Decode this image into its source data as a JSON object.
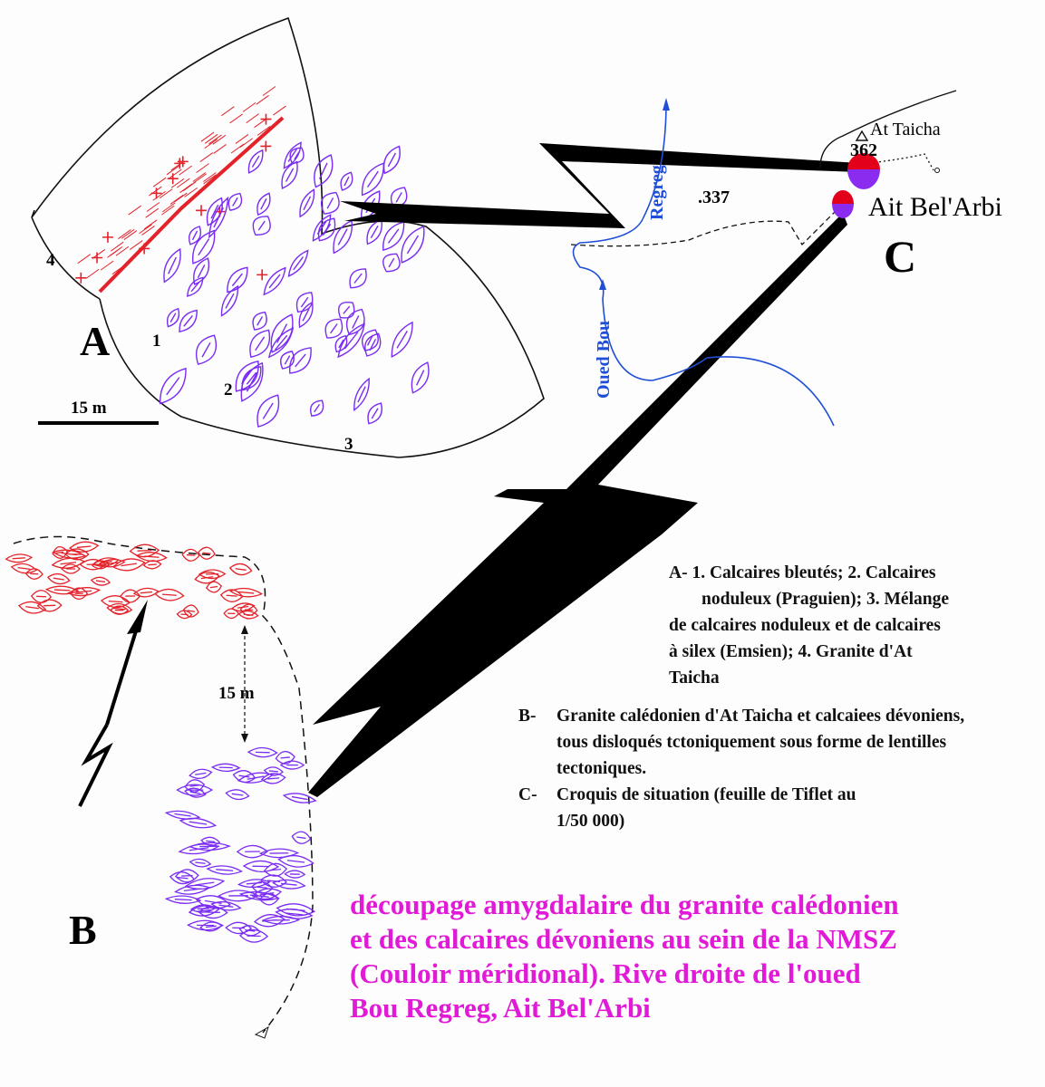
{
  "panel_a": {
    "letter": "A",
    "unit_labels": [
      "1",
      "2",
      "3",
      "4"
    ],
    "scale_label": "15 m"
  },
  "panel_b": {
    "letter": "B",
    "scale_label": "15 m"
  },
  "panel_c": {
    "letter": "C",
    "place_main": "Ait Bel'Arbi",
    "place_summit": "At Taicha",
    "elevation_summit": "362",
    "elevation_point": ".337",
    "river_label_1": "Oued  Bou",
    "river_label_2": "Regreg"
  },
  "legend": {
    "a_key": "A-",
    "a_text_1": "1. Calcaires bleutés; 2. Calcaires",
    "a_text_2": "noduleux (Praguien); 3. Mélange",
    "a_text_3": "de calcaires noduleux et de calcaires",
    "a_text_4": "à silex (Emsien); 4. Granite d'At",
    "a_text_5": "Taicha",
    "b_key": "B-",
    "b_text": "Granite calédonien d'At Taicha et calcaiees dévoniens, tous disloqués tctoniquement sous forme de lentilles tectoniques.",
    "c_key": "C-",
    "c_text": "Croquis de situation (feuille de Tiflet au 1/50 000)"
  },
  "caption": {
    "line_1": "découpage amygdalaire du granite calédonien",
    "line_2": "et des calcaires dévoniens au sein de la NMSZ",
    "line_3": "(Couloir méridional). Rive droite de l'oued",
    "line_4": "Bou Regreg, Ait Bel'Arbi"
  },
  "colors": {
    "granite": "#e3222a",
    "limestone": "#7b2cf2",
    "river": "#1f4fd6",
    "caption": "#e01ad6",
    "fault": "#000000"
  }
}
